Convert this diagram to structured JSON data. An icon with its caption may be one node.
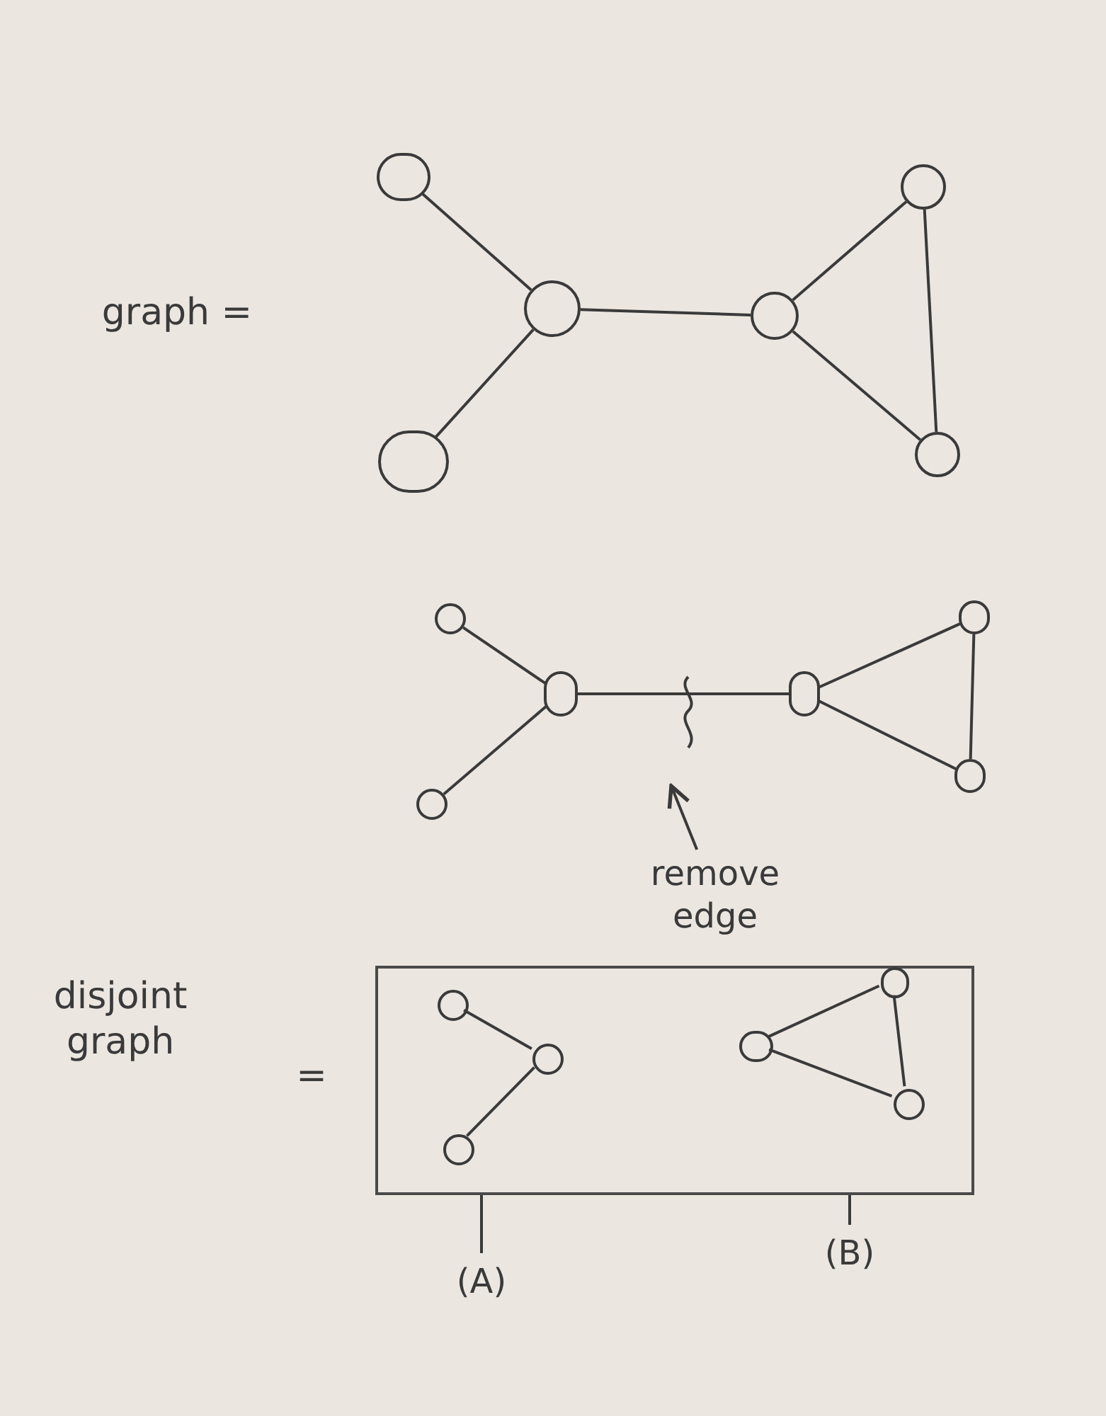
{
  "diagram": {
    "nodes": [
      {
        "text": [],
        "shape": "circle"
      },
      {
        "text": [],
        "shape": "circle"
      },
      {
        "text": [],
        "shape": "circle"
      },
      {
        "text": [],
        "shape": "circle"
      },
      {
        "text": [],
        "shape": "circle"
      },
      {
        "text": [],
        "shape": "circle"
      },
      {
        "text": [],
        "shape": "circle"
      },
      {
        "text": [],
        "shape": "circle"
      },
      {
        "text": [],
        "shape": "circle"
      },
      {
        "text": [],
        "shape": "circle"
      },
      {
        "text": [],
        "shape": "circle"
      },
      {
        "text": [],
        "shape": "circle"
      },
      {
        "text": [
          "remove edge"
        ]
      },
      {
        "text": [],
        "shape": "box"
      },
      {
        "text": [],
        "shape": "circle",
        "in": 13
      },
      {
        "text": [],
        "shape": "circle",
        "in": 13
      },
      {
        "text": [],
        "shape": "circle",
        "in": 13
      },
      {
        "text": [],
        "shape": "circle",
        "in": 13
      },
      {
        "text": [],
        "shape": "circle",
        "in": 13
      },
      {
        "text": [],
        "shape": "circle",
        "in": 13
      },
      {
        "text": [
          "(A)"
        ]
      },
      {
        "text": [
          "(B)"
        ]
      }
    ],
    "edges": [
      {
        "from": 0,
        "to": 2,
        "arrow": "none"
      },
      {
        "from": 1,
        "to": 2,
        "arrow": "none"
      },
      {
        "from": 2,
        "to": 3,
        "arrow": "none"
      },
      {
        "from": 3,
        "to": 4,
        "arrow": "none"
      },
      {
        "from": 3,
        "to": 5,
        "arrow": "none"
      },
      {
        "from": 4,
        "to": 5,
        "arrow": "none"
      },
      {
        "from": 6,
        "to": 8,
        "arrow": "none"
      },
      {
        "from": 7,
        "to": 8,
        "arrow": "none"
      },
      {
        "from": 8,
        "to": 9,
        "arrow": "none"
      },
      {
        "from": 9,
        "to": 10,
        "arrow": "none"
      },
      {
        "from": 9,
        "to": 11,
        "arrow": "none"
      },
      {
        "from": 10,
        "to": 11,
        "arrow": "none"
      },
      {
        "from": 12,
        "to": null,
        "arrow": "to"
      },
      {
        "from": 14,
        "to": 15,
        "arrow": "none"
      },
      {
        "from": 15,
        "to": 16,
        "arrow": "none"
      },
      {
        "from": 17,
        "to": 18,
        "arrow": "none"
      },
      {
        "from": 17,
        "to": 19,
        "arrow": "none"
      },
      {
        "from": 18,
        "to": 19,
        "arrow": "none"
      },
      {
        "from": 20,
        "to": 13,
        "arrow": "none"
      },
      {
        "from": 21,
        "to": 13,
        "arrow": "none"
      }
    ],
    "labels": [
      "graph =",
      "disjoint graph",
      "="
    ]
  }
}
